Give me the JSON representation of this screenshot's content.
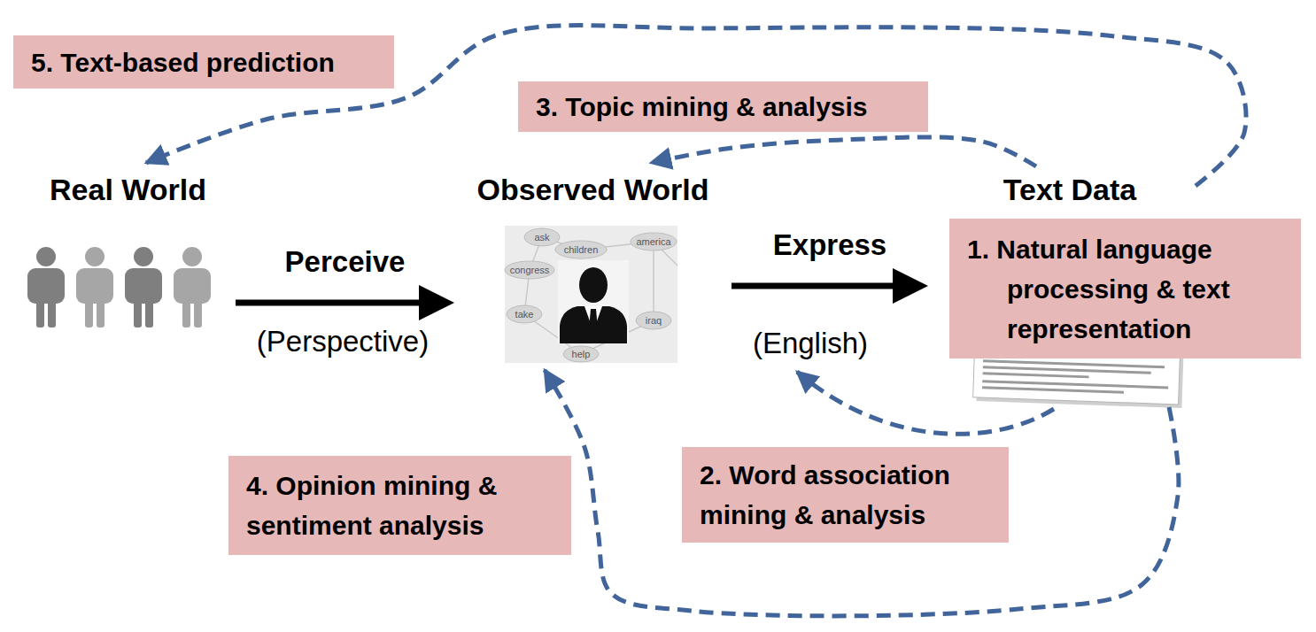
{
  "diagram": {
    "nodes": [
      {
        "text": [
          "5. Text-based prediction"
        ]
      },
      {
        "text": [
          "3. Topic mining & analysis"
        ]
      },
      {
        "text": [
          "Real World"
        ]
      },
      {
        "text": [
          "Observed World"
        ]
      },
      {
        "text": [
          "Text Data"
        ]
      },
      {
        "text": [
          "1. Natural language processing & text representation"
        ]
      },
      {
        "text": [
          "4. Opinion mining & sentiment analysis"
        ]
      },
      {
        "text": [
          "2. Word association mining & analysis"
        ]
      }
    ],
    "edges": [
      {
        "from": 2,
        "to": 3,
        "arrow": "to",
        "label": "Perceive"
      },
      {
        "from": 3,
        "to": 4,
        "arrow": "to",
        "label": "Express"
      },
      {
        "from": 4,
        "to": 2,
        "arrow": "to"
      },
      {
        "from": 4,
        "to": 3,
        "arrow": "to"
      },
      {
        "from": 4,
        "to": 3,
        "arrow": "to"
      }
    ],
    "labels": [
      "(Perspective)",
      "(English)",
      "ask",
      "children",
      "america",
      "congress",
      "take",
      "iraq",
      "help"
    ]
  }
}
